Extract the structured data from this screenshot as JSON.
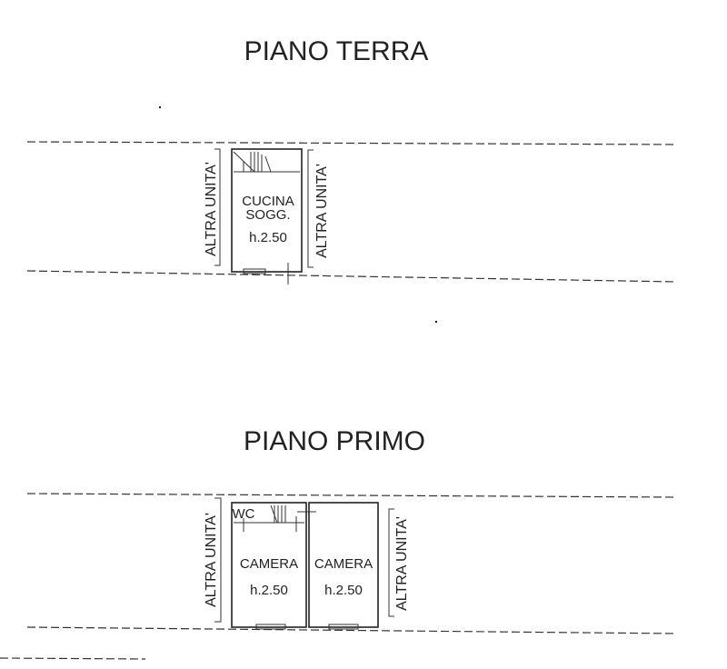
{
  "ground_floor": {
    "title": "PIANO TERRA",
    "left_neighbor": "ALTRA UNITA'",
    "right_neighbor": "ALTRA UNITA'",
    "room": {
      "name": "CUCINA",
      "name2": "SOGG.",
      "height": "h.2.50"
    }
  },
  "first_floor": {
    "title": "PIANO PRIMO",
    "left_neighbor": "ALTRA UNITA'",
    "right_neighbor": "ALTRA UNITA'",
    "wc": "WC",
    "rooms": [
      {
        "name": "CAMERA",
        "height": "h.2.50"
      },
      {
        "name": "CAMERA",
        "height": "h.2.50"
      }
    ]
  }
}
